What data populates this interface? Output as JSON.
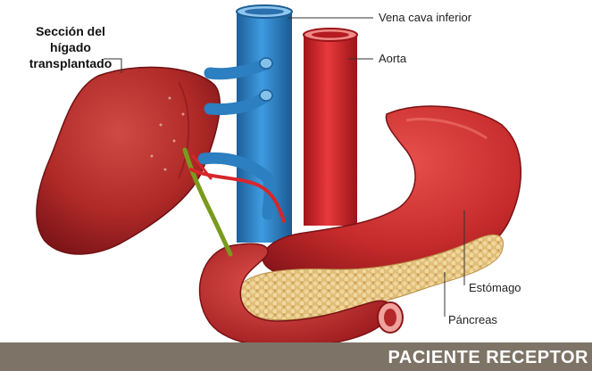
{
  "labels": {
    "liver_section": [
      "Sección del",
      "hígado",
      "transplantado"
    ],
    "vena_cava": "Vena cava inferior",
    "aorta": "Aorta",
    "stomach": "Estómago",
    "pancreas": "Páncreas"
  },
  "footer": {
    "title": "PACIENTE RECEPTOR"
  },
  "colors": {
    "vein": "#2f86c8",
    "artery": "#d7262b",
    "organ": "#b5262a",
    "pancreas": "#e3c27e",
    "bile_duct": "#7a9a1e",
    "footer_bg": "#7d7467"
  }
}
